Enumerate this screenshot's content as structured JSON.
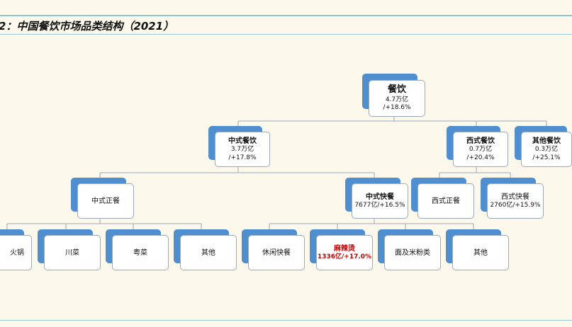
{
  "title": "2：中国餐饮市场品类结构（2021）",
  "nodes": {
    "root": {
      "name": "餐饮",
      "value": "4.7万亿",
      "growth": "/+18.6%"
    },
    "chinese": {
      "name": "中式餐饮",
      "value": "3.7万亿",
      "growth": "/+17.8%"
    },
    "western": {
      "name": "西式餐饮",
      "value": "0.7万亿",
      "growth": "/+20.4%"
    },
    "other": {
      "name": "其他餐饮",
      "value": "0.3万亿",
      "growth": "/+25.1%"
    },
    "chinese_formal": {
      "name": "中式正餐"
    },
    "chinese_fast": {
      "name": "中式快餐",
      "value": "7677亿/+16.5%"
    },
    "western_formal": {
      "name": "西式正餐"
    },
    "western_fast": {
      "name": "西式快餐",
      "value": "2760亿/+15.9%"
    },
    "hotpot": {
      "name": "火锅"
    },
    "sichuan": {
      "name": "川菜"
    },
    "cantonese": {
      "name": "粤菜"
    },
    "formal_other": {
      "name": "其他"
    },
    "leisure_fast": {
      "name": "休闲快餐"
    },
    "malatang": {
      "name": "麻辣烫",
      "value": "1336亿/+17.0%"
    },
    "noodles": {
      "name": "面及米粉类"
    },
    "fast_other": {
      "name": "其他"
    }
  },
  "colors": {
    "accent": "#4f8fcf",
    "highlight": "#c00000",
    "background": "#fdf8ec"
  }
}
